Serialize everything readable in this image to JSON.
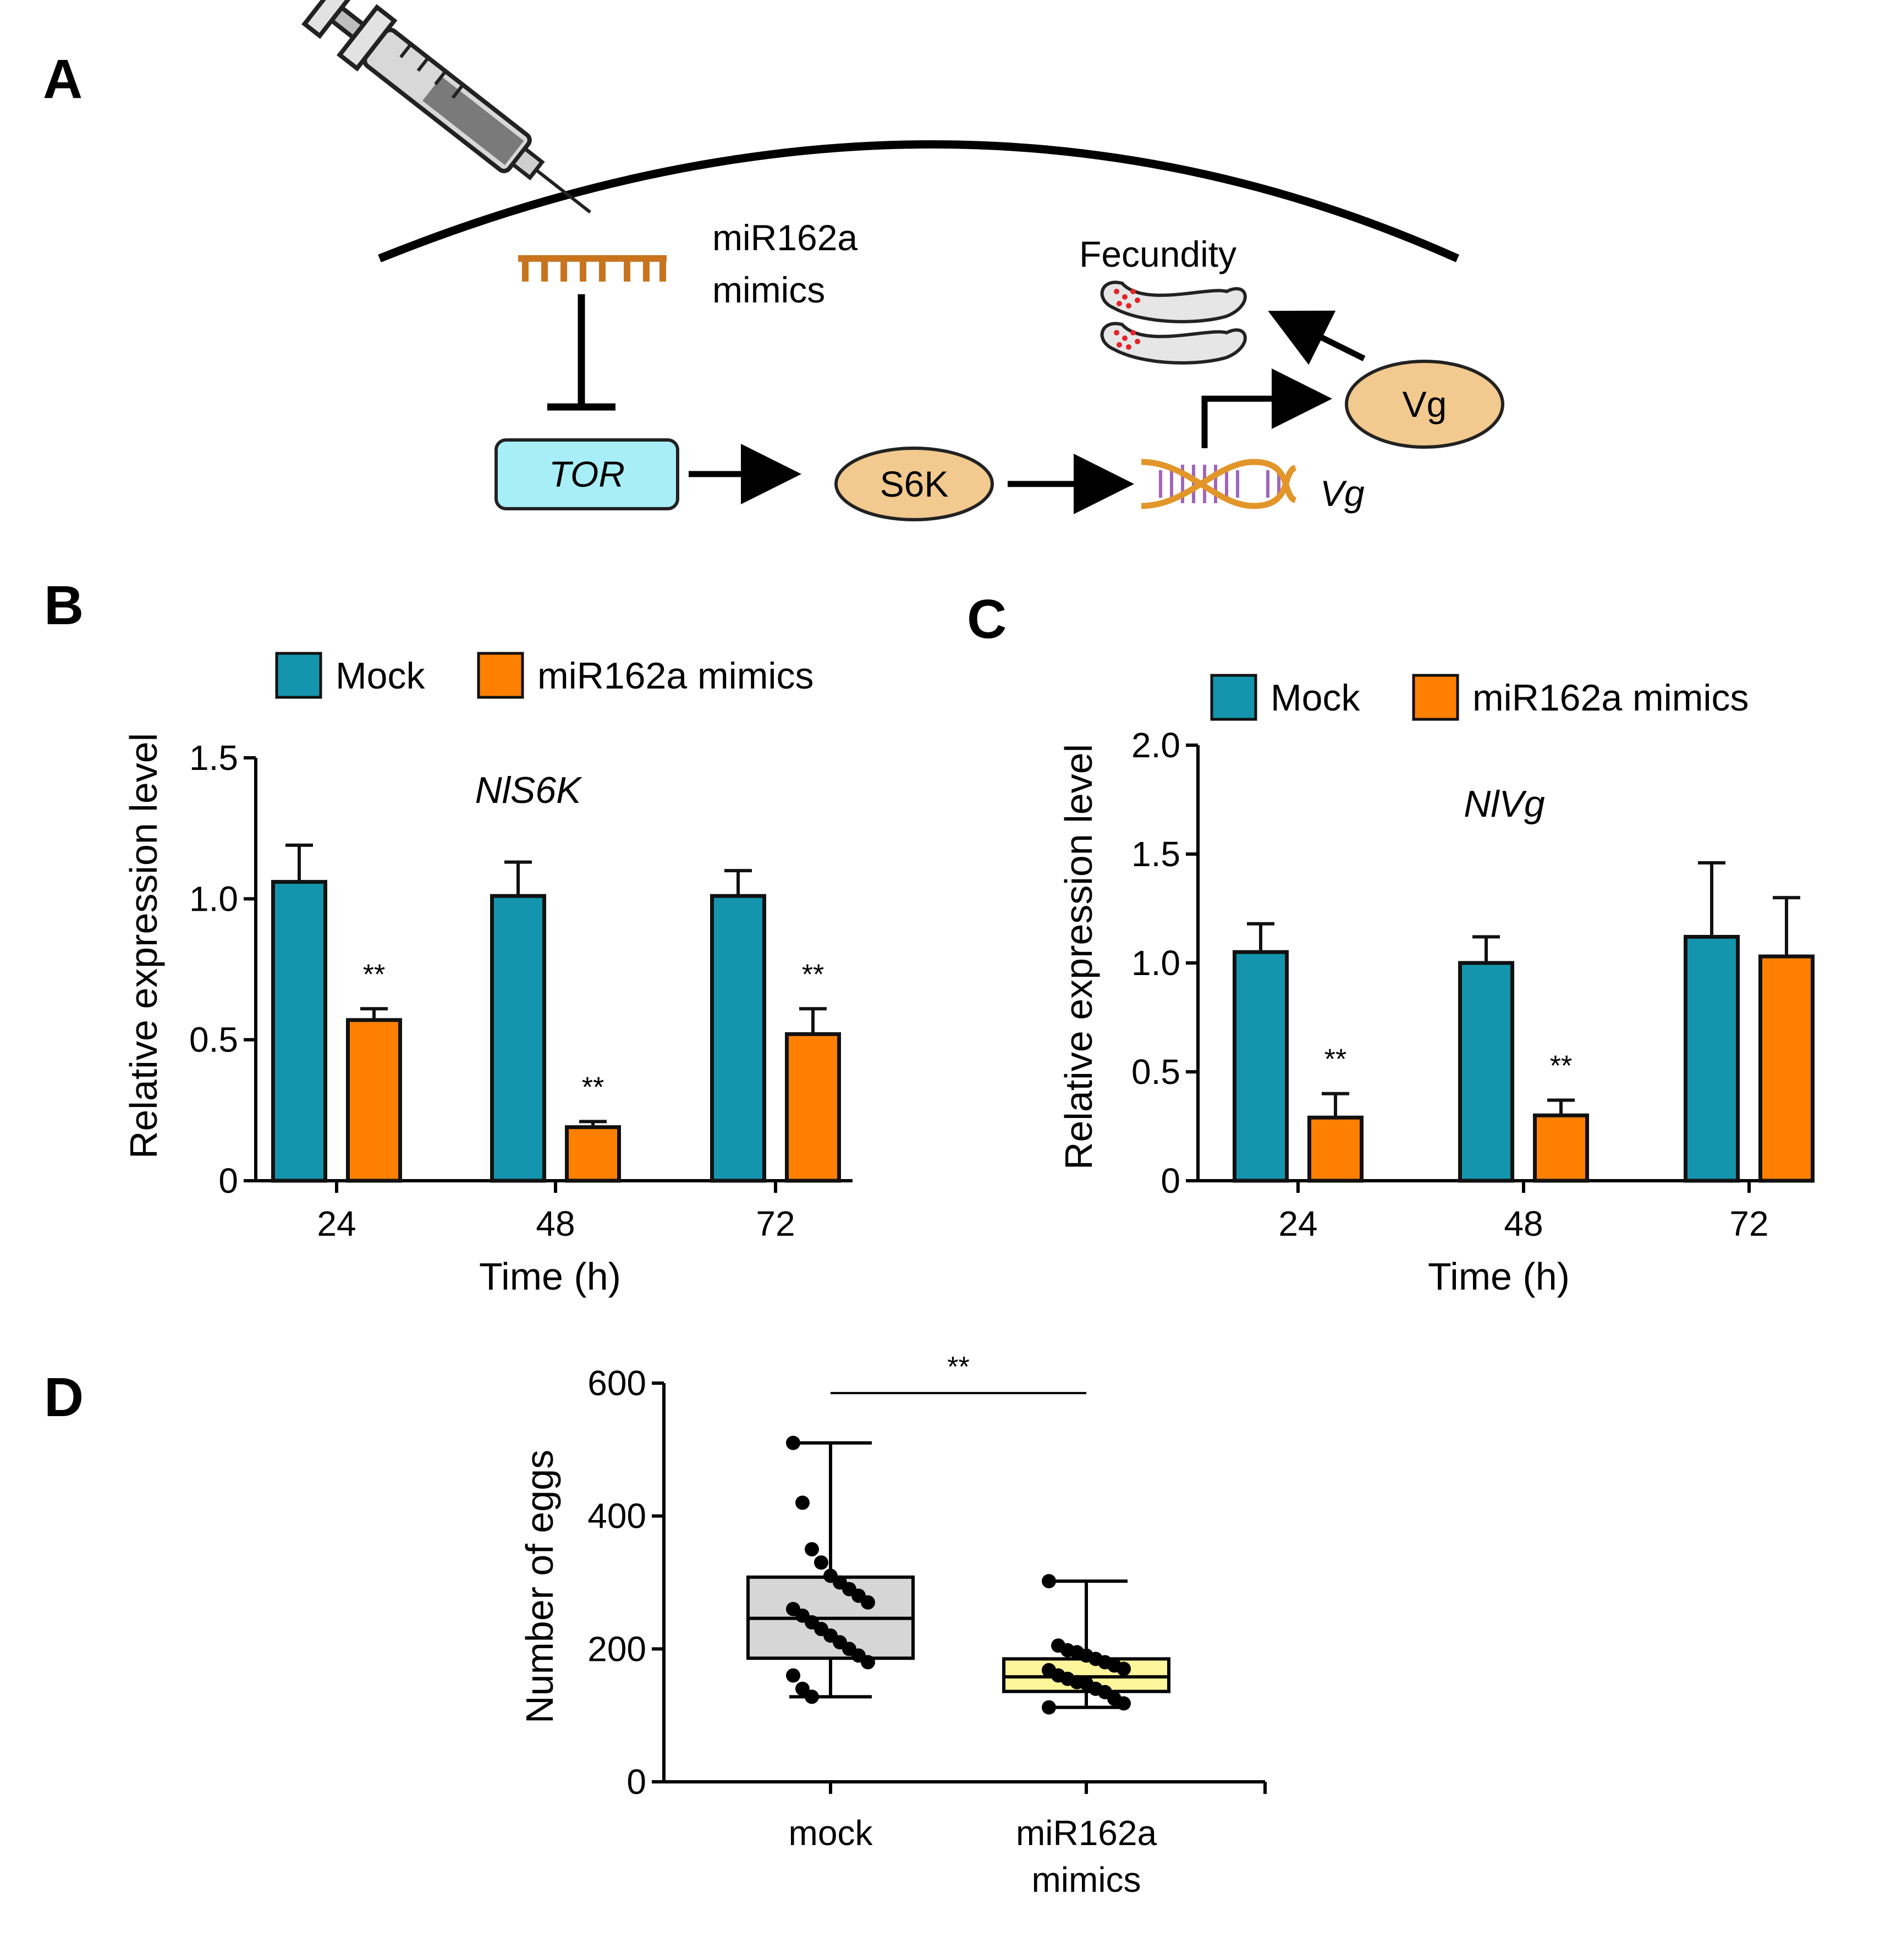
{
  "panel_labels": {
    "a": "A",
    "b": "B",
    "c": "C",
    "d": "D"
  },
  "colors": {
    "mock": "#1495ad",
    "mimics": "#ff8000",
    "box_mock": "#d6d6d6",
    "box_mimics": "#fff59a",
    "tor_fill": "#a8eef6",
    "ellipse_fill": "#f2c98e",
    "mirna": "#c8741e",
    "dna_strand": "#e2962a",
    "dna_rung": "#a066b8"
  },
  "diagram": {
    "mimics_line1": "miR162a",
    "mimics_line2": "mimics",
    "tor": "TOR",
    "s6k": "S6K",
    "vg_protein": "Vg",
    "vg_gene": "Vg",
    "fecundity": "Fecundity",
    "icons": [
      "syringe-icon",
      "ovary-icon",
      "dna-icon"
    ]
  },
  "chart_data": [
    {
      "panel": "B",
      "type": "bar",
      "gene": "NlS6K",
      "xlabel": "Time (h)",
      "ylabel": "Relative expression level",
      "categories": [
        "24",
        "48",
        "72"
      ],
      "ylim": [
        0,
        1.5
      ],
      "yticks": [
        "0",
        "0.5",
        "1.0",
        "1.5"
      ],
      "legend_position": "top",
      "series": [
        {
          "name": "Mock",
          "values": [
            1.06,
            1.01,
            1.01
          ],
          "errors": [
            0.13,
            0.12,
            0.09
          ]
        },
        {
          "name": "miR162a mimics",
          "values": [
            0.57,
            0.19,
            0.52
          ],
          "errors": [
            0.04,
            0.02,
            0.09
          ]
        }
      ],
      "significance": [
        "**",
        "**",
        "**"
      ]
    },
    {
      "panel": "C",
      "type": "bar",
      "gene": "NlVg",
      "xlabel": "Time (h)",
      "ylabel": "Relative expression level",
      "categories": [
        "24",
        "48",
        "72"
      ],
      "ylim": [
        0,
        2.0
      ],
      "yticks": [
        "0",
        "0.5",
        "1.0",
        "1.5",
        "2.0"
      ],
      "legend_position": "top",
      "series": [
        {
          "name": "Mock",
          "values": [
            1.05,
            1.0,
            1.12
          ],
          "errors": [
            0.13,
            0.12,
            0.34
          ]
        },
        {
          "name": "miR162a mimics",
          "values": [
            0.29,
            0.3,
            1.03
          ],
          "errors": [
            0.11,
            0.07,
            0.27
          ]
        }
      ],
      "significance": [
        "**",
        "**",
        ""
      ]
    },
    {
      "panel": "D",
      "type": "box",
      "ylabel": "Number of eggs",
      "categories": [
        [
          "mock"
        ],
        [
          "miR162a",
          "mimics"
        ]
      ],
      "ylim": [
        0,
        600
      ],
      "yticks": [
        "0",
        "200",
        "400",
        "600"
      ],
      "comparison": "**",
      "groups": [
        {
          "name": "mock",
          "min": 128,
          "q1": 186,
          "median": 246,
          "q3": 308,
          "max": 510,
          "points": [
            510,
            420,
            350,
            330,
            310,
            300,
            290,
            280,
            270,
            260,
            250,
            240,
            230,
            220,
            210,
            200,
            190,
            180,
            160,
            140,
            128
          ]
        },
        {
          "name": "miR162a mimics",
          "min": 112,
          "q1": 136,
          "median": 158,
          "q3": 185,
          "max": 302,
          "points": [
            302,
            205,
            198,
            195,
            190,
            185,
            180,
            175,
            170,
            168,
            160,
            155,
            150,
            148,
            140,
            135,
            125,
            118,
            112
          ]
        }
      ]
    }
  ]
}
